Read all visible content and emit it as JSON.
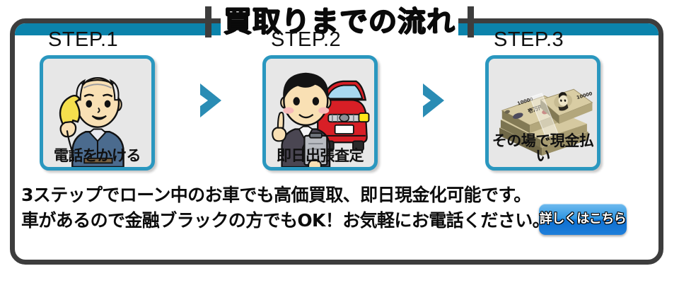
{
  "banner": {
    "title": "買取りまでの流れ",
    "frame_color": "#3d3d3d",
    "band_color": "#0b83ab",
    "accent_color": "#2a97bf"
  },
  "steps": [
    {
      "label": "STEP.1",
      "caption": "電話をかける",
      "art": "elderly-man-on-phone"
    },
    {
      "label": "STEP.2",
      "caption": "即日出張査定",
      "art": "salesman-with-red-car"
    },
    {
      "label": "STEP.3",
      "caption": "その場で現金払い",
      "art": "yen-cash-bundles"
    }
  ],
  "separator": {
    "icon": "chevron-right-icon",
    "color": "#2a8cb4"
  },
  "bottom_copy": {
    "line1": "3ステップでローン中のお車でも高価買取、即日現金化可能です。",
    "line2": "車があるので金融ブラックの方でもOK！お気軽にお電話ください。"
  },
  "cta": {
    "label": "詳しくはこちら",
    "color": "#1f7fda"
  }
}
